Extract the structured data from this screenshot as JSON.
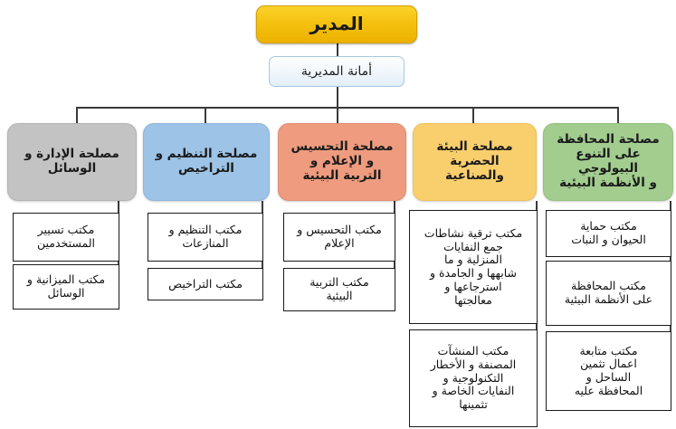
{
  "diagram": {
    "title": "الهيكل التنظيمي للمديرية",
    "type": "organizational-chart",
    "direction": "rtl",
    "colors": {
      "director": "#F4C10E",
      "secretariat": "#E3EEF8",
      "dept_administration": "#C3C3C3",
      "dept_regulation": "#9DC3E6",
      "dept_awareness": "#EE9B7F",
      "dept_urban_environment": "#F9CE6D",
      "dept_biodiversity": "#A2CD8F",
      "office_box": "#FFFFFF",
      "connector": "#3A3A3A"
    }
  },
  "root": {
    "label": "المدير"
  },
  "secretariat": {
    "label": "أمانة المديرية"
  },
  "departments": [
    {
      "id": "administration",
      "label": "مصلحة الإدارة و\nالوسائل",
      "color": "#C3C3C3",
      "offices": [
        {
          "label": "مكتب تسيير\nالمستخدمين"
        },
        {
          "label": "مكتب الميزانية و\nالوسائل"
        }
      ]
    },
    {
      "id": "regulation",
      "label": "مصلحة التنظيم و\nالتراخيص",
      "color": "#9DC3E6",
      "offices": [
        {
          "label": "مكتب التنظيم و\nالمنازعات"
        },
        {
          "label": "مكتب التراخيص"
        }
      ]
    },
    {
      "id": "awareness",
      "label": "مصلحة التحسيس\nو الإعلام و\nالتربية البيئية",
      "color": "#EE9B7F",
      "offices": [
        {
          "label": "مكتب التحسيس و\nالإعلام"
        },
        {
          "label": "مكتب التربية\nالبيئية"
        }
      ]
    },
    {
      "id": "urban-environment",
      "label": "مصلحة البيئة\nالحضرية\nوالصناعية",
      "color": "#F9CE6D",
      "offices": [
        {
          "label": "مكتب ترقية نشاطات\nجمع النفايات\nالمنزلية و ما\nشابهها و الجامدة و\nاسترجاعها و\nمعالجتها"
        },
        {
          "label": "مكتب المنشآت\nالمصنفة و الأخطار\nالتكنولوجية و\nالنفايات الخاصة و\nتثمينها"
        }
      ]
    },
    {
      "id": "biodiversity",
      "label": "مصلحة المحافظة\nعلى التنوع البيولوجي\nو الأنظمة البيئية",
      "color": "#A2CD8F",
      "offices": [
        {
          "label": "مكتب حماية\nالحيوان و النبات"
        },
        {
          "label": "مكتب المحافظة\nعلى الأنظمة البيئية"
        },
        {
          "label": "مكتب متابعة\nاعمال تثمين\nالساحل و\nالمحافظة عليه"
        }
      ]
    }
  ]
}
